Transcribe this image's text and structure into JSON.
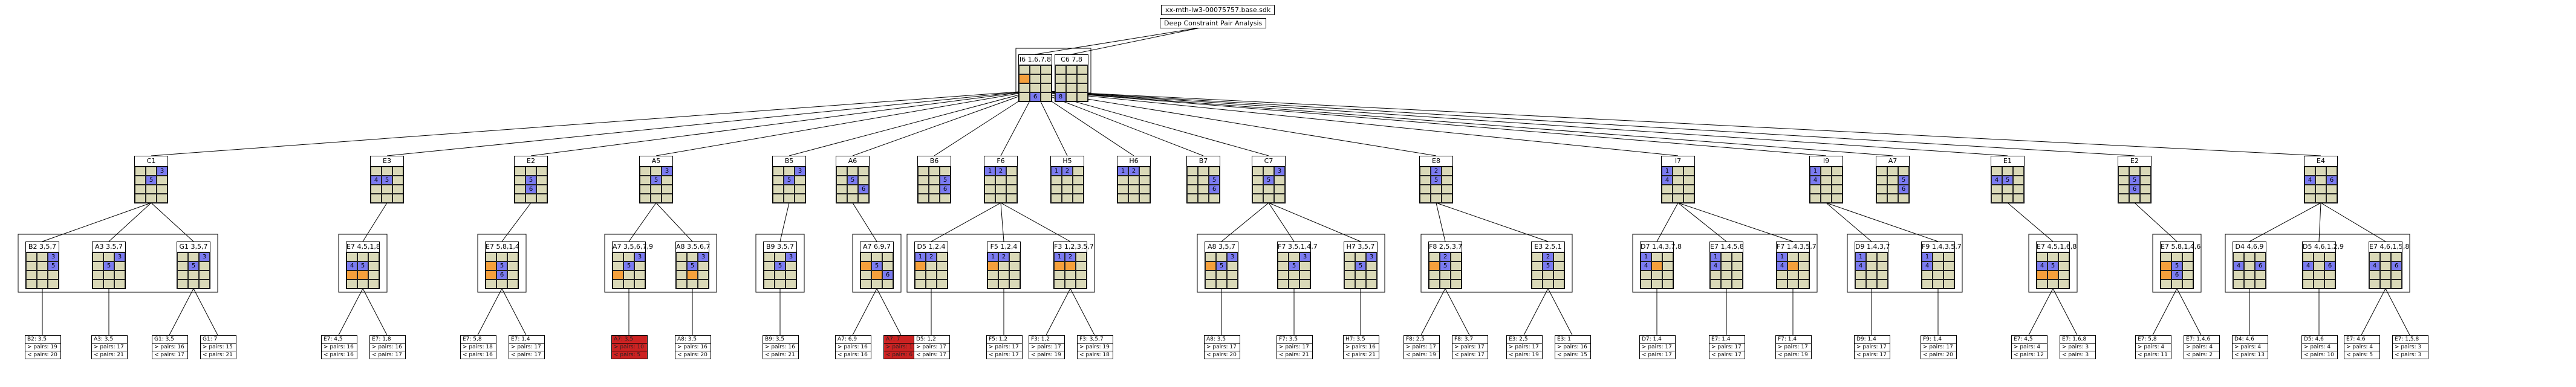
{
  "header": {
    "file": "xx-mth-lw3-00075757.base.sdk",
    "title": "Deep Constraint Pair Analysis"
  },
  "colors": {
    "empty": "#dad9b8",
    "blue": "#7b7bf0",
    "orange": "#f5a03c",
    "red": "#cc2222"
  },
  "root": [
    {
      "label": "I6 1,6,7,8",
      "cells": [
        "e",
        "e",
        "e",
        "o",
        "e",
        "e",
        "e",
        "e",
        "e",
        "e",
        "b",
        "e"
      ],
      "marks": {
        "2": "",
        "10": "6"
      }
    },
    {
      "label": "C6 7,8",
      "cells": [
        "e",
        "e",
        "e",
        "e",
        "e",
        "e",
        "e",
        "e",
        "e",
        "b",
        "e",
        "e"
      ],
      "marks": {
        "9": "8"
      }
    }
  ],
  "level1": [
    {
      "label": "C1",
      "marks": {
        "2": "3",
        "4": "5"
      },
      "cells": [
        "e",
        "e",
        "b",
        "e",
        "b",
        "e",
        "e",
        "e",
        "e",
        "e",
        "e",
        "e"
      ]
    },
    {
      "label": "E3",
      "marks": {
        "3": "4",
        "4": "5"
      },
      "cells": [
        "e",
        "e",
        "e",
        "b",
        "b",
        "e",
        "e",
        "e",
        "e",
        "e",
        "e",
        "e"
      ]
    },
    {
      "label": "E2",
      "marks": {
        "4": "5",
        "7": "6"
      },
      "cells": [
        "e",
        "e",
        "e",
        "e",
        "b",
        "e",
        "e",
        "b",
        "e",
        "e",
        "e",
        "e"
      ]
    },
    {
      "label": "A5",
      "marks": {
        "2": "3",
        "4": "5"
      },
      "cells": [
        "e",
        "e",
        "b",
        "e",
        "b",
        "e",
        "e",
        "e",
        "e",
        "e",
        "e",
        "e"
      ]
    },
    {
      "label": "B5",
      "marks": {
        "2": "3",
        "4": "5"
      },
      "cells": [
        "e",
        "e",
        "b",
        "e",
        "b",
        "e",
        "e",
        "e",
        "e",
        "e",
        "e",
        "e"
      ]
    },
    {
      "label": "A6",
      "marks": {
        "4": "5",
        "8": "6"
      },
      "cells": [
        "e",
        "e",
        "e",
        "e",
        "b",
        "e",
        "e",
        "e",
        "b",
        "e",
        "e",
        "e"
      ]
    },
    {
      "label": "B6",
      "marks": {
        "5": "5",
        "8": "6"
      },
      "cells": [
        "e",
        "e",
        "e",
        "e",
        "e",
        "b",
        "e",
        "e",
        "b",
        "e",
        "e",
        "e"
      ]
    },
    {
      "label": "F6",
      "marks": {
        "0": "1",
        "1": "2"
      },
      "cells": [
        "b",
        "b",
        "e",
        "e",
        "e",
        "e",
        "e",
        "e",
        "e",
        "e",
        "e",
        "e"
      ]
    },
    {
      "label": "H5",
      "marks": {
        "0": "1",
        "1": "2"
      },
      "cells": [
        "b",
        "b",
        "e",
        "e",
        "e",
        "e",
        "e",
        "e",
        "e",
        "e",
        "e",
        "e"
      ]
    },
    {
      "label": "H6",
      "marks": {
        "0": "1",
        "1": "2"
      },
      "cells": [
        "b",
        "b",
        "e",
        "e",
        "e",
        "e",
        "e",
        "e",
        "e",
        "e",
        "e",
        "e"
      ]
    },
    {
      "label": "B7",
      "marks": {
        "5": "5",
        "8": "6"
      },
      "cells": [
        "e",
        "e",
        "e",
        "e",
        "e",
        "b",
        "e",
        "e",
        "b",
        "e",
        "e",
        "e"
      ]
    },
    {
      "label": "C7",
      "marks": {
        "2": "3",
        "4": "5"
      },
      "cells": [
        "e",
        "e",
        "b",
        "e",
        "b",
        "e",
        "e",
        "e",
        "e",
        "e",
        "e",
        "e"
      ]
    },
    {
      "label": "E8",
      "marks": {
        "1": "2",
        "4": "5"
      },
      "cells": [
        "e",
        "b",
        "e",
        "e",
        "b",
        "e",
        "e",
        "e",
        "e",
        "e",
        "e",
        "e"
      ]
    },
    {
      "label": "I7",
      "marks": {
        "0": "1",
        "3": "4"
      },
      "cells": [
        "b",
        "e",
        "e",
        "b",
        "e",
        "e",
        "e",
        "e",
        "e",
        "e",
        "e",
        "e"
      ]
    },
    {
      "label": "I9",
      "marks": {
        "0": "1",
        "3": "4"
      },
      "cells": [
        "b",
        "e",
        "e",
        "b",
        "e",
        "e",
        "e",
        "e",
        "e",
        "e",
        "e",
        "e"
      ]
    },
    {
      "label": "A7",
      "marks": {
        "5": "5",
        "8": "6"
      },
      "cells": [
        "e",
        "e",
        "e",
        "e",
        "e",
        "b",
        "e",
        "e",
        "b",
        "e",
        "e",
        "e"
      ]
    },
    {
      "label": "E1",
      "marks": {
        "3": "4",
        "4": "5"
      },
      "cells": [
        "e",
        "e",
        "e",
        "b",
        "b",
        "e",
        "e",
        "e",
        "e",
        "e",
        "e",
        "e"
      ]
    },
    {
      "label": "E2",
      "marks": {
        "4": "5",
        "7": "6"
      },
      "cells": [
        "e",
        "e",
        "e",
        "e",
        "b",
        "e",
        "e",
        "b",
        "e",
        "e",
        "e",
        "e"
      ]
    },
    {
      "label": "E4",
      "marks": {
        "3": "4",
        "5": "6"
      },
      "cells": [
        "e",
        "e",
        "e",
        "b",
        "e",
        "b",
        "e",
        "e",
        "e",
        "e",
        "e",
        "e"
      ]
    }
  ],
  "level2": [
    {
      "parent": 0,
      "label": "B2 3,5,7",
      "marks": {
        "2": "3",
        "5": "5"
      },
      "cells": [
        "e",
        "e",
        "b",
        "e",
        "e",
        "b",
        "e",
        "e",
        "e",
        "e",
        "e",
        "e"
      ]
    },
    {
      "parent": 0,
      "label": "A3 3,5,7",
      "marks": {
        "2": "3",
        "4": "5"
      },
      "cells": [
        "e",
        "e",
        "b",
        "e",
        "b",
        "e",
        "e",
        "e",
        "e",
        "e",
        "e",
        "e"
      ]
    },
    {
      "parent": 0,
      "label": "G1 3,5,7",
      "marks": {
        "2": "3",
        "4": "5"
      },
      "cells": [
        "e",
        "e",
        "b",
        "e",
        "b",
        "e",
        "e",
        "e",
        "e",
        "e",
        "e",
        "e"
      ]
    },
    {
      "parent": 1,
      "label": "E7 4,5,1,8",
      "marks": {
        "3": "4",
        "4": "5"
      },
      "cells": [
        "e",
        "e",
        "e",
        "b",
        "b",
        "e",
        "o",
        "o",
        "e",
        "e",
        "e",
        "e"
      ]
    },
    {
      "parent": 2,
      "label": "E7 5,8,1,4",
      "marks": {
        "4": "5",
        "7": "6"
      },
      "cells": [
        "e",
        "e",
        "e",
        "o",
        "b",
        "e",
        "o",
        "b",
        "e",
        "e",
        "e",
        "e"
      ]
    },
    {
      "parent": 3,
      "label": "A7 3,5,6,7,9",
      "marks": {
        "2": "3",
        "4": "5"
      },
      "cells": [
        "e",
        "e",
        "b",
        "e",
        "b",
        "e",
        "o",
        "e",
        "e",
        "e",
        "e",
        "e"
      ]
    },
    {
      "parent": 3,
      "label": "A8 3,5,6,7",
      "marks": {
        "2": "3",
        "4": "5"
      },
      "cells": [
        "e",
        "e",
        "b",
        "e",
        "b",
        "e",
        "e",
        "o",
        "e",
        "e",
        "e",
        "e"
      ]
    },
    {
      "parent": 4,
      "label": "B9 3,5,7",
      "marks": {
        "2": "3",
        "4": "5"
      },
      "cells": [
        "e",
        "e",
        "b",
        "e",
        "b",
        "e",
        "e",
        "e",
        "e",
        "e",
        "e",
        "e"
      ]
    },
    {
      "parent": 5,
      "label": "A7 6,9,7",
      "marks": {
        "4": "5",
        "8": "6"
      },
      "cells": [
        "e",
        "e",
        "e",
        "o",
        "b",
        "e",
        "e",
        "o",
        "b",
        "e",
        "e",
        "e"
      ]
    },
    {
      "parent": 7,
      "label": "D5 1,2,4",
      "marks": {
        "0": "1",
        "1": "2"
      },
      "cells": [
        "b",
        "b",
        "e",
        "o",
        "e",
        "e",
        "e",
        "e",
        "e",
        "e",
        "e",
        "e"
      ]
    },
    {
      "parent": 7,
      "label": "F5 1,2,4",
      "marks": {
        "0": "1",
        "1": "2"
      },
      "cells": [
        "b",
        "b",
        "e",
        "o",
        "e",
        "e",
        "e",
        "e",
        "e",
        "e",
        "e",
        "e"
      ]
    },
    {
      "parent": 7,
      "label": "F3 1,2,3,5,7",
      "marks": {
        "0": "1",
        "1": "2"
      },
      "cells": [
        "b",
        "b",
        "e",
        "o",
        "o",
        "e",
        "e",
        "e",
        "e",
        "e",
        "e",
        "e"
      ]
    },
    {
      "parent": 11,
      "label": "A8 3,5,7",
      "marks": {
        "2": "3",
        "4": "5"
      },
      "cells": [
        "e",
        "e",
        "b",
        "o",
        "b",
        "e",
        "e",
        "e",
        "e",
        "e",
        "e",
        "e"
      ]
    },
    {
      "parent": 11,
      "label": "F7 3,5,1,4,7",
      "marks": {
        "2": "3",
        "4": "5"
      },
      "cells": [
        "e",
        "e",
        "b",
        "e",
        "b",
        "e",
        "e",
        "e",
        "e",
        "e",
        "e",
        "e"
      ]
    },
    {
      "parent": 11,
      "label": "H7 3,5,7",
      "marks": {
        "2": "3",
        "4": "5"
      },
      "cells": [
        "e",
        "e",
        "b",
        "e",
        "b",
        "e",
        "e",
        "e",
        "e",
        "e",
        "e",
        "e"
      ]
    },
    {
      "parent": 12,
      "label": "F8 2,5,3,7",
      "marks": {
        "1": "2",
        "4": "5"
      },
      "cells": [
        "e",
        "b",
        "e",
        "o",
        "b",
        "e",
        "e",
        "e",
        "e",
        "e",
        "e",
        "e"
      ]
    },
    {
      "parent": 12,
      "label": "E3 2,5,1",
      "marks": {
        "1": "2",
        "4": "5"
      },
      "cells": [
        "e",
        "b",
        "e",
        "e",
        "b",
        "e",
        "e",
        "e",
        "e",
        "e",
        "e",
        "e"
      ]
    },
    {
      "parent": 13,
      "label": "D7 1,4,3,7,8",
      "marks": {
        "0": "1",
        "3": "4"
      },
      "cells": [
        "b",
        "e",
        "e",
        "b",
        "o",
        "e",
        "e",
        "e",
        "e",
        "e",
        "e",
        "e"
      ]
    },
    {
      "parent": 13,
      "label": "E7 1,4,5,8",
      "marks": {
        "0": "1",
        "3": "4"
      },
      "cells": [
        "b",
        "e",
        "e",
        "b",
        "e",
        "e",
        "e",
        "e",
        "e",
        "e",
        "e",
        "e"
      ]
    },
    {
      "parent": 13,
      "label": "F7 1,4,3,5,7",
      "marks": {
        "0": "1",
        "3": "4"
      },
      "cells": [
        "b",
        "e",
        "e",
        "b",
        "o",
        "e",
        "e",
        "e",
        "e",
        "e",
        "e",
        "e"
      ]
    },
    {
      "parent": 14,
      "label": "D9 1,4,3,7",
      "marks": {
        "0": "1",
        "3": "4"
      },
      "cells": [
        "b",
        "e",
        "e",
        "b",
        "e",
        "e",
        "e",
        "e",
        "e",
        "e",
        "e",
        "e"
      ]
    },
    {
      "parent": 14,
      "label": "F9 1,4,3,5,7",
      "marks": {
        "0": "1",
        "3": "4"
      },
      "cells": [
        "b",
        "e",
        "e",
        "b",
        "e",
        "e",
        "e",
        "e",
        "e",
        "e",
        "e",
        "e"
      ]
    },
    {
      "parent": 16,
      "label": "E7 4,5,1,6,8",
      "marks": {
        "3": "4",
        "4": "5"
      },
      "cells": [
        "e",
        "e",
        "e",
        "b",
        "b",
        "e",
        "o",
        "o",
        "e",
        "e",
        "e",
        "e"
      ]
    },
    {
      "parent": 17,
      "label": "E7 5,8,1,4,6",
      "marks": {
        "4": "5",
        "7": "6"
      },
      "cells": [
        "e",
        "e",
        "e",
        "o",
        "b",
        "e",
        "o",
        "b",
        "e",
        "e",
        "e",
        "e"
      ]
    },
    {
      "parent": 18,
      "label": "D4 4,6,9",
      "marks": {
        "3": "4",
        "5": "6"
      },
      "cells": [
        "e",
        "e",
        "e",
        "b",
        "e",
        "b",
        "e",
        "e",
        "e",
        "e",
        "e",
        "e"
      ]
    },
    {
      "parent": 18,
      "label": "D5 4,6,1,2,9",
      "marks": {
        "3": "4",
        "5": "6"
      },
      "cells": [
        "e",
        "e",
        "e",
        "b",
        "e",
        "b",
        "e",
        "e",
        "e",
        "e",
        "e",
        "e"
      ]
    },
    {
      "parent": 18,
      "label": "E7 4,6,1,5,8",
      "marks": {
        "3": "4",
        "5": "6"
      },
      "cells": [
        "e",
        "e",
        "e",
        "b",
        "e",
        "b",
        "e",
        "e",
        "e",
        "e",
        "e",
        "e"
      ]
    }
  ],
  "leaves": [
    {
      "parent": 0,
      "name": "B2: 3,5",
      "gt": "> pairs: 19",
      "lt": "< pairs: 20"
    },
    {
      "parent": 1,
      "name": "A3: 3,5",
      "gt": "> pairs: 17",
      "lt": "< pairs: 21"
    },
    {
      "parent": 2,
      "name": "G1: 3,5",
      "gt": "> pairs: 16",
      "lt": "< pairs: 17"
    },
    {
      "parent": 2,
      "name": "G1: 7",
      "gt": "> pairs: 15",
      "lt": "< pairs: 21"
    },
    {
      "parent": 3,
      "name": "E7: 4,5",
      "gt": "> pairs: 16",
      "lt": "< pairs: 16"
    },
    {
      "parent": 3,
      "name": "E7: 1,8",
      "gt": "> pairs: 16",
      "lt": "< pairs: 17"
    },
    {
      "parent": 4,
      "name": "E7: 5,8",
      "gt": "> pairs: 18",
      "lt": "< pairs: 16"
    },
    {
      "parent": 4,
      "name": "E7: 1,4",
      "gt": "> pairs: 17",
      "lt": "< pairs: 17"
    },
    {
      "parent": 5,
      "name": "A7: 3,5",
      "gt": "> pairs: 10",
      "lt": "< pairs: 5",
      "red": true
    },
    {
      "parent": 6,
      "name": "A8: 3,5",
      "gt": "> pairs: 16",
      "lt": "< pairs: 20"
    },
    {
      "parent": 7,
      "name": "B9: 3,5",
      "gt": "> pairs: 16",
      "lt": "< pairs: 21"
    },
    {
      "parent": 8,
      "name": "A7: 6,9",
      "gt": "> pairs: 16",
      "lt": "< pairs: 16"
    },
    {
      "parent": 8,
      "name": "A7: 7",
      "gt": "> pairs: 11",
      "lt": "< pairs: 6",
      "red": true
    },
    {
      "parent": 9,
      "name": "D5: 1,2",
      "gt": "> pairs: 17",
      "lt": "< pairs: 17"
    },
    {
      "parent": 10,
      "name": "F5: 1,2",
      "gt": "> pairs: 17",
      "lt": "< pairs: 17"
    },
    {
      "parent": 11,
      "name": "F3: 1,2",
      "gt": "> pairs: 17",
      "lt": "< pairs: 19"
    },
    {
      "parent": 11,
      "name": "F3: 3,5,7",
      "gt": "> pairs: 19",
      "lt": "< pairs: 18"
    },
    {
      "parent": 12,
      "name": "A8: 3,5",
      "gt": "> pairs: 17",
      "lt": "< pairs: 20"
    },
    {
      "parent": 13,
      "name": "F7: 3,5",
      "gt": "> pairs: 17",
      "lt": "< pairs: 21"
    },
    {
      "parent": 14,
      "name": "H7: 3,5",
      "gt": "> pairs: 16",
      "lt": "< pairs: 21"
    },
    {
      "parent": 15,
      "name": "F8: 2,5",
      "gt": "> pairs: 17",
      "lt": "< pairs: 19"
    },
    {
      "parent": 15,
      "name": "F8: 3,7",
      "gt": "> pairs: 17",
      "lt": "< pairs: 17"
    },
    {
      "parent": 16,
      "name": "E3: 2,5",
      "gt": "> pairs: 17",
      "lt": "< pairs: 19"
    },
    {
      "parent": 16,
      "name": "E3: 1",
      "gt": "> pairs: 16",
      "lt": "< pairs: 15"
    },
    {
      "parent": 17,
      "name": "D7: 1,4",
      "gt": "> pairs: 17",
      "lt": "< pairs: 17"
    },
    {
      "parent": 18,
      "name": "E7: 1,4",
      "gt": "> pairs: 17",
      "lt": "< pairs: 17"
    },
    {
      "parent": 19,
      "name": "F7: 1,4",
      "gt": "> pairs: 17",
      "lt": "< pairs: 19"
    },
    {
      "parent": 20,
      "name": "D9: 1,4",
      "gt": "> pairs: 17",
      "lt": "< pairs: 17"
    },
    {
      "parent": 21,
      "name": "F9: 1,4",
      "gt": "> pairs: 17",
      "lt": "< pairs: 20"
    },
    {
      "parent": 22,
      "name": "E7: 4,5",
      "gt": "> pairs: 4",
      "lt": "< pairs: 12"
    },
    {
      "parent": 22,
      "name": "E7: 1,6,8",
      "gt": "> pairs: 3",
      "lt": "< pairs: 3"
    },
    {
      "parent": 23,
      "name": "E7: 5,8",
      "gt": "> pairs: 4",
      "lt": "< pairs: 11"
    },
    {
      "parent": 23,
      "name": "E7: 1,4,6",
      "gt": "> pairs: 4",
      "lt": "< pairs: 2"
    },
    {
      "parent": 24,
      "name": "D4: 4,6",
      "gt": "> pairs: 4",
      "lt": "< pairs: 13"
    },
    {
      "parent": 25,
      "name": "D5: 4,6",
      "gt": "> pairs: 4",
      "lt": "< pairs: 10"
    },
    {
      "parent": 26,
      "name": "E7: 4,6",
      "gt": "> pairs: 4",
      "lt": "< pairs: 5"
    },
    {
      "parent": 26,
      "name": "E7: 1,5,8",
      "gt": "> pairs: 3",
      "lt": "< pairs: 3"
    }
  ]
}
